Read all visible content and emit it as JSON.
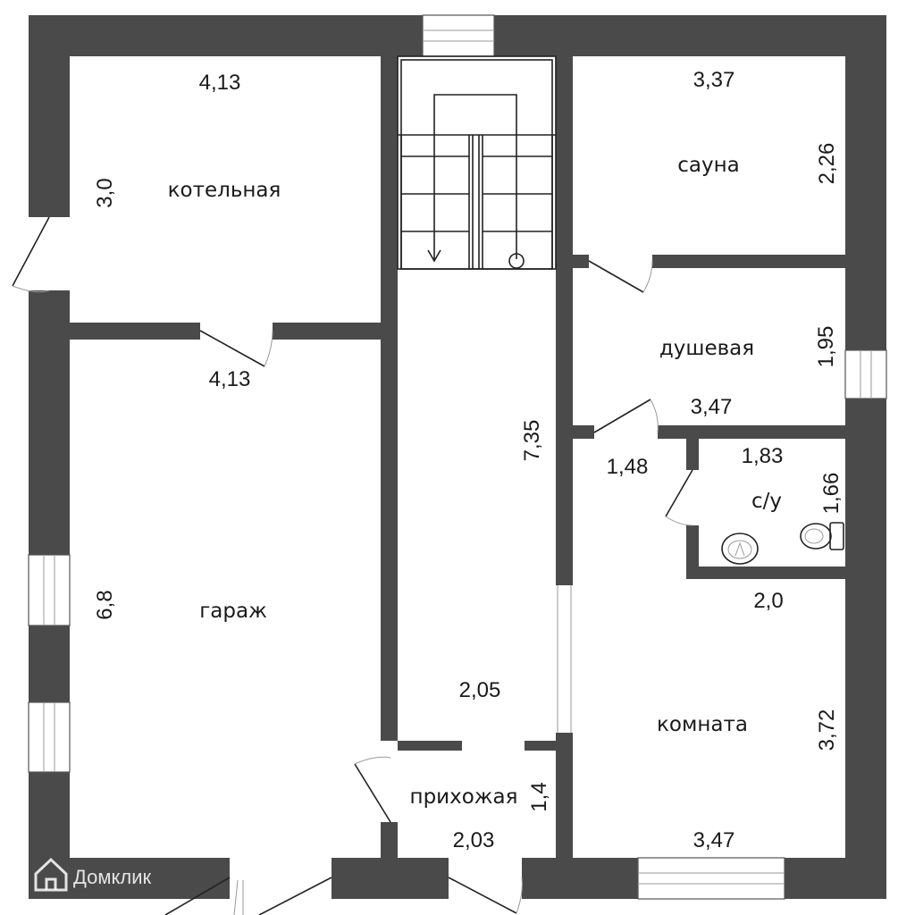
{
  "rooms": {
    "boiler": "котельная",
    "sauna": "сауна",
    "shower": "душевая",
    "wc": "с/у",
    "garage": "гараж",
    "room": "комната",
    "hall": "прихожая"
  },
  "dims": {
    "boiler_top": "4,13",
    "boiler_side": "3,0",
    "boiler_bottom": "4,13",
    "sauna_top": "3,37",
    "sauna_side": "2,26",
    "shower_side": "1,95",
    "shower_bottom": "3,47",
    "corridor_len": "7,35",
    "corridor_width": "1,48",
    "wc_top": "1,83",
    "wc_side": "1,66",
    "wc_bottom": "2,0",
    "garage_side": "6,8",
    "corridor_bottom": "2,05",
    "room_side": "3,72",
    "room_bottom": "3,47",
    "hall_side": "1,4",
    "hall_bottom": "2,03"
  },
  "watermark": "Домклик"
}
